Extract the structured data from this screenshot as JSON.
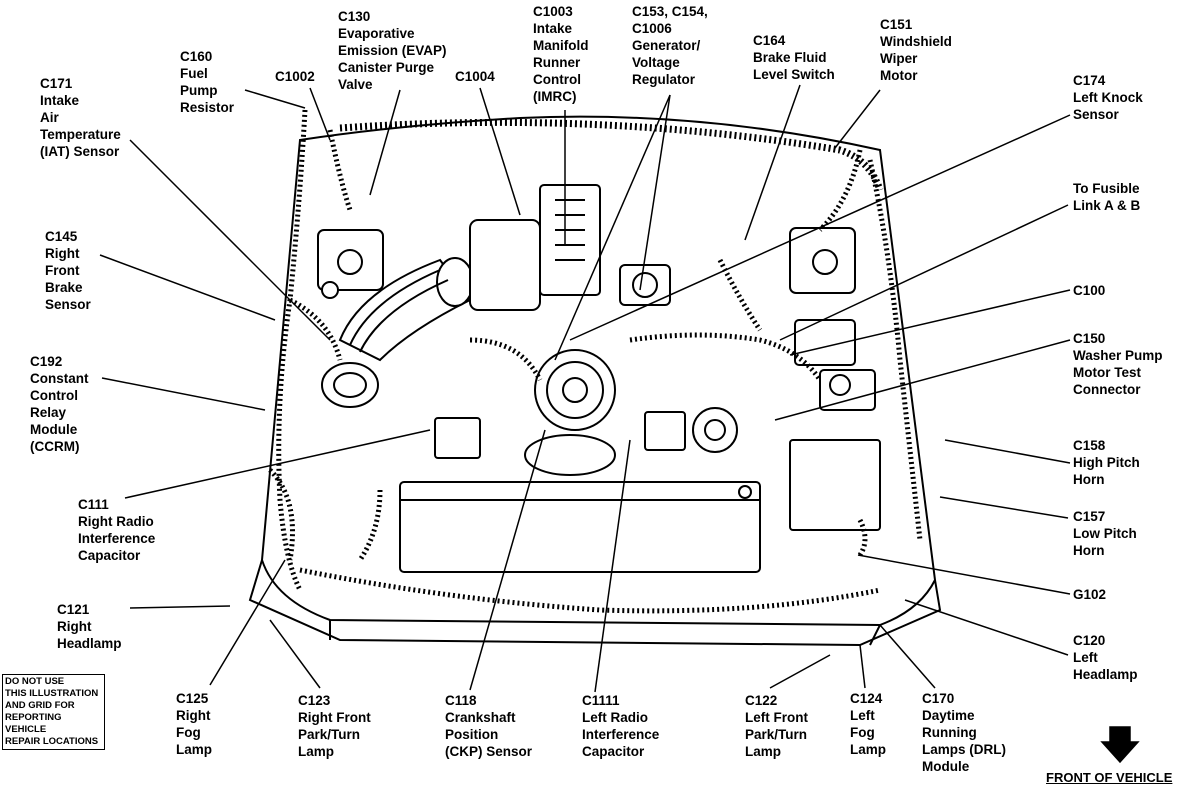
{
  "callouts": {
    "c171": [
      "C171",
      "Intake",
      "Air",
      "Temperature",
      "(IAT) Sensor"
    ],
    "c160": [
      "C160",
      "Fuel",
      "Pump",
      "Resistor"
    ],
    "c130": [
      "C130",
      "Evaporative",
      "Emission (EVAP)",
      "Canister Purge",
      "Valve"
    ],
    "c1002": [
      "C1002"
    ],
    "c1004": [
      "C1004"
    ],
    "c1003": [
      "C1003",
      "Intake",
      "Manifold",
      "Runner",
      "Control",
      "(IMRC)"
    ],
    "c153": [
      "C153, C154,",
      "C1006",
      "Generator/",
      "Voltage",
      "Regulator"
    ],
    "c164": [
      "C164",
      "Brake Fluid",
      "Level Switch"
    ],
    "c151": [
      "C151",
      "Windshield",
      "Wiper",
      "Motor"
    ],
    "c174": [
      "C174",
      "Left Knock",
      "Sensor"
    ],
    "fusible": [
      "To Fusible",
      "Link A & B"
    ],
    "c145": [
      "C145",
      "Right",
      "Front",
      "Brake",
      "Sensor"
    ],
    "c100": [
      "C100"
    ],
    "c150": [
      "C150",
      "Washer Pump",
      "Motor Test",
      "Connector"
    ],
    "c192": [
      "C192",
      "Constant",
      "Control",
      "Relay",
      "Module",
      "(CCRM)"
    ],
    "c158": [
      "C158",
      "High Pitch",
      "Horn"
    ],
    "c111": [
      "C111",
      "Right Radio",
      "Interference",
      "Capacitor"
    ],
    "c157": [
      "C157",
      "Low Pitch",
      "Horn"
    ],
    "g102": [
      "G102"
    ],
    "c121": [
      "C121",
      "Right",
      "Headlamp"
    ],
    "c120": [
      "C120",
      "Left",
      "Headlamp"
    ],
    "c125": [
      "C125",
      "Right",
      "Fog",
      "Lamp"
    ],
    "c123": [
      "C123",
      "Right Front",
      "Park/Turn",
      "Lamp"
    ],
    "c118": [
      "C118",
      "Crankshaft",
      "Position",
      "(CKP) Sensor"
    ],
    "c1111": [
      "C1111",
      "Left Radio",
      "Interference",
      "Capacitor"
    ],
    "c122": [
      "C122",
      "Left Front",
      "Park/Turn",
      "Lamp"
    ],
    "c124": [
      "C124",
      "Left",
      "Fog",
      "Lamp"
    ],
    "c170": [
      "C170",
      "Daytime",
      "Running",
      "Lamps (DRL)",
      "Module"
    ]
  },
  "notice": [
    "DO NOT USE",
    "THIS ILLUSTRATION",
    "AND GRID FOR",
    "REPORTING VEHICLE",
    "REPAIR LOCATIONS"
  ],
  "front_label": "FRONT OF VEHICLE",
  "colors": {
    "ink": "#000000",
    "paper": "#ffffff",
    "shade": "#d8d8d8"
  }
}
